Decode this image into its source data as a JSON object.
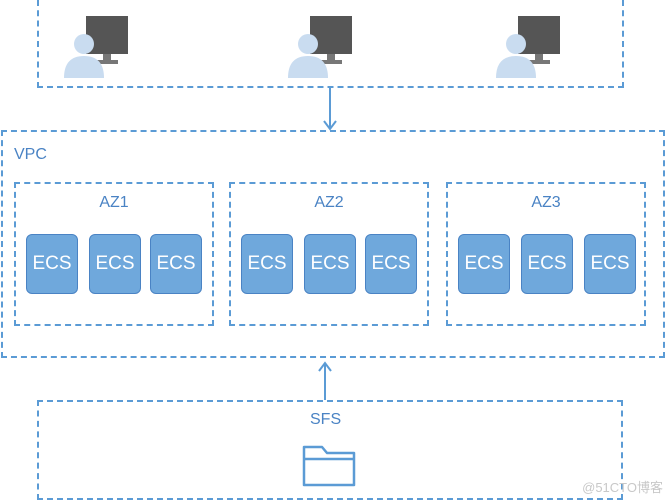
{
  "vpc": {
    "label": "VPC"
  },
  "azs": [
    {
      "label": "AZ1",
      "instances": [
        "ECS",
        "ECS",
        "ECS"
      ]
    },
    {
      "label": "AZ2",
      "instances": [
        "ECS",
        "ECS",
        "ECS"
      ]
    },
    {
      "label": "AZ3",
      "instances": [
        "ECS",
        "ECS",
        "ECS"
      ]
    }
  ],
  "sfs": {
    "label": "SFS"
  },
  "watermark": "@51CTO博客",
  "colors": {
    "accent": "#5b9bd5",
    "node_fill": "#6fa8dc",
    "text": "#4a83c4",
    "monitor": "#555555",
    "user": "#c9dcf0"
  },
  "icons": [
    "user-workstation-icon",
    "folder-icon"
  ]
}
